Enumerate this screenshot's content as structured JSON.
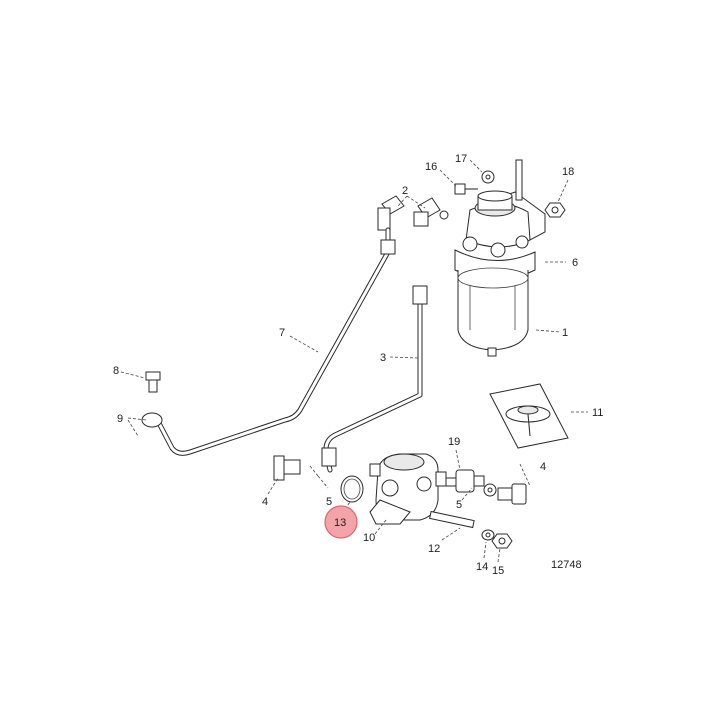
{
  "drawing_number": "12748",
  "highlighted_part": "13",
  "highlight_color": "#f4a3a8",
  "highlight_stroke": "#e0666f",
  "callouts": {
    "c1": "1",
    "c2": "2",
    "c3": "3",
    "c4a": "4",
    "c4b": "4",
    "c5a": "5",
    "c5b": "5",
    "c6": "6",
    "c7": "7",
    "c8": "8",
    "c9": "9",
    "c10": "10",
    "c11": "11",
    "c12": "12",
    "c13": "13",
    "c14": "14",
    "c15": "15",
    "c16": "16",
    "c17": "17",
    "c18": "18",
    "c19": "19"
  }
}
